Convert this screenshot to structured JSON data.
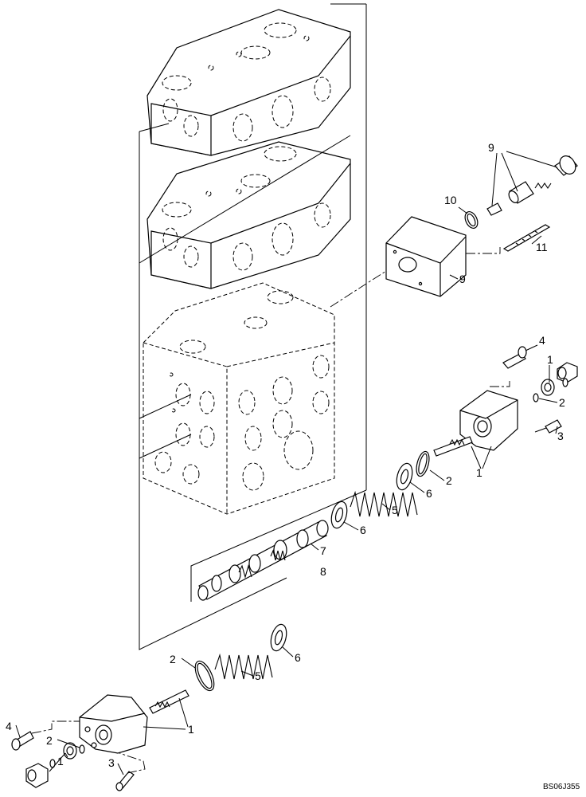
{
  "diagram": {
    "drawing_code": "BS06J355",
    "callouts": {
      "c1a": "1",
      "c1b": "1",
      "c1c": "1",
      "c1d": "1",
      "c2a": "2",
      "c2b": "2",
      "c2c": "2",
      "c2d": "2",
      "c3a": "3",
      "c3b": "3",
      "c4a": "4",
      "c4b": "4",
      "c5a": "5",
      "c5b": "5",
      "c6a": "6",
      "c6b": "6",
      "c6c": "6",
      "c7": "7",
      "c8": "8",
      "c9a": "9",
      "c9b": "9",
      "c10": "10",
      "c11": "11"
    }
  }
}
